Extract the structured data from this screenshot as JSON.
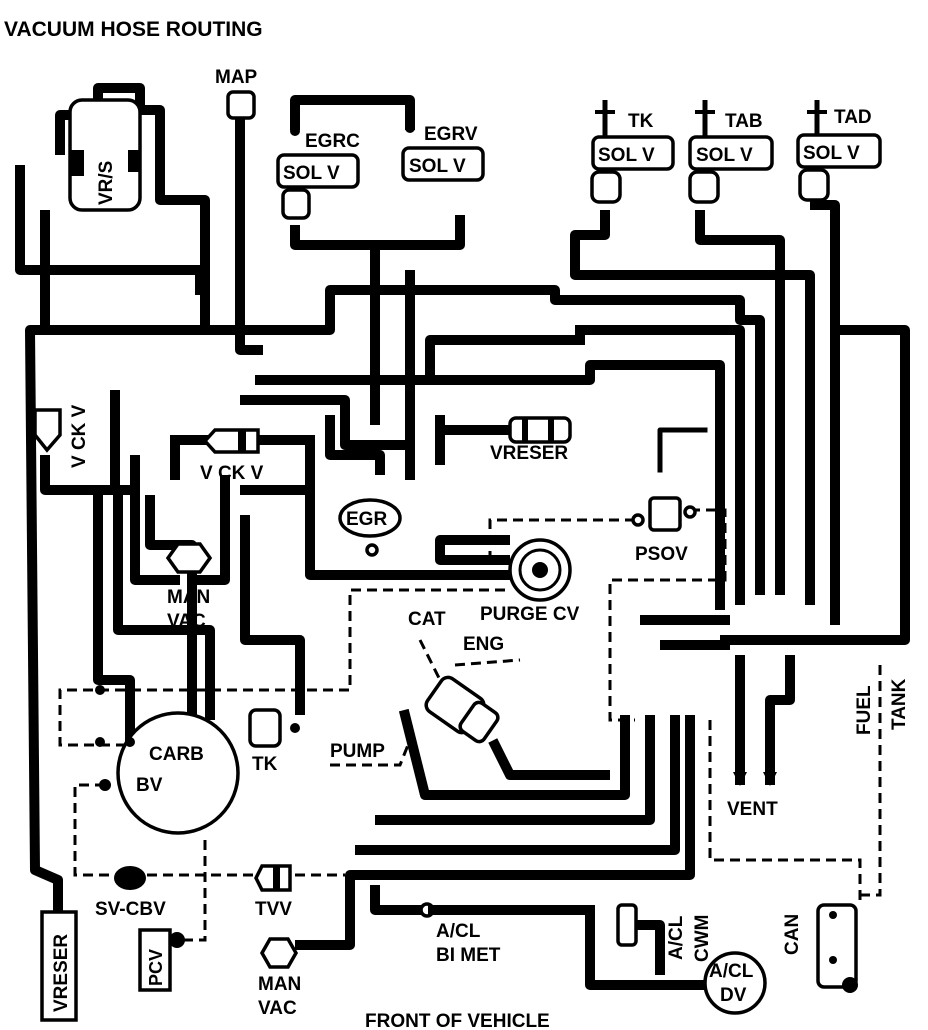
{
  "title": "VACUUM HOSE ROUTING",
  "footer": "FRONT OF VEHICLE",
  "labels": {
    "map": "MAP",
    "vrs": "VR/S",
    "egrc": "EGRC",
    "egrv": "EGRV",
    "sol_v": "SOL V",
    "tk": "TK",
    "tab": "TAB",
    "tad": "TAD",
    "vckv": "V CK V",
    "vreser": "VRESER",
    "egr": "EGR",
    "psov": "PSOV",
    "man": "MAN",
    "vac": "VAC",
    "purge_cv": "PURGE CV",
    "cat": "CAT",
    "eng": "ENG",
    "pump": "PUMP",
    "carb": "CARB",
    "bv": "BV",
    "vent": "VENT",
    "fuel": "FUEL",
    "tank": "TANK",
    "sv_cbv": "SV-CBV",
    "tvv": "TVV",
    "pcv": "PCV",
    "acl": "A/CL",
    "bimet": "BI MET",
    "cwm": "CWM",
    "dv": "DV",
    "can": "CAN"
  },
  "colors": {
    "ink": "#000000",
    "paper": "#ffffff"
  }
}
